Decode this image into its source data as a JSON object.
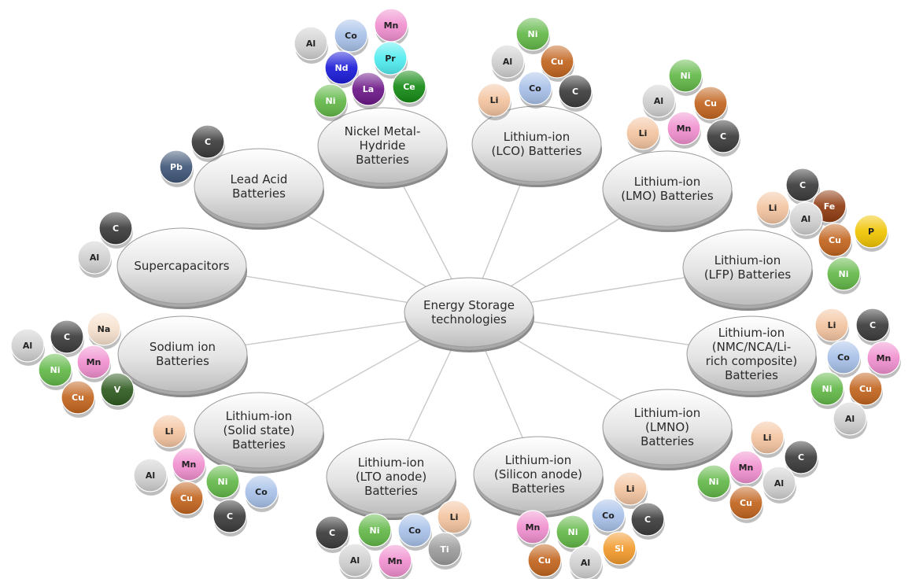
{
  "center": {
    "lines": [
      "Energy Storage",
      "technologies"
    ]
  },
  "colors": {
    "Al": "#d0d0d0",
    "C": "#3a3a3a",
    "Co": "#a7c0e8",
    "Mn": "#f08fcf",
    "Nd": "#1a1ad8",
    "Pr": "#50ecf0",
    "La": "#6b1687",
    "Ce": "#148a14",
    "Ni": "#62b848",
    "Cu": "#c2641e",
    "Li": "#f3c4a0",
    "Pb": "#3f5577",
    "Fe": "#8f3a10",
    "P": "#f0c400",
    "Na": "#f6e0cc",
    "V": "#2e5a1f",
    "Ti": "#9a9a9a",
    "Si": "#f29a2c"
  },
  "darkTextElements": [
    "Al",
    "Co",
    "Mn",
    "Pr",
    "Li",
    "Na",
    "P"
  ],
  "technologies": [
    {
      "id": "nimh",
      "lines": [
        "Nickel Metal-",
        "Hydride",
        "Batteries"
      ],
      "elements": [
        "Al",
        "Co",
        "Mn",
        "Nd",
        "Pr",
        "Ni",
        "La",
        "Ce"
      ]
    },
    {
      "id": "lco",
      "lines": [
        "Lithium-ion",
        "(LCO) Batteries"
      ],
      "elements": [
        "Ni",
        "Al",
        "Cu",
        "Li",
        "Co",
        "C"
      ]
    },
    {
      "id": "lmo",
      "lines": [
        "Lithium-ion",
        "(LMO) Batteries"
      ],
      "elements": [
        "Ni",
        "Al",
        "Cu",
        "Li",
        "Mn",
        "C"
      ]
    },
    {
      "id": "lfp",
      "lines": [
        "Lithium-ion",
        "(LFP) Batteries"
      ],
      "elements": [
        "C",
        "Li",
        "Fe",
        "Al",
        "P",
        "Cu",
        "Ni"
      ]
    },
    {
      "id": "nmc",
      "lines": [
        "Lithium-ion",
        "(NMC/NCA/Li-",
        "rich composite)",
        "Batteries"
      ],
      "elements": [
        "Li",
        "C",
        "Co",
        "Mn",
        "Ni",
        "Cu",
        "Al"
      ]
    },
    {
      "id": "lmno",
      "lines": [
        "Lithium-ion",
        "(LMNO)",
        "Batteries"
      ],
      "elements": [
        "Li",
        "C",
        "Mn",
        "Al",
        "Ni",
        "Cu"
      ]
    },
    {
      "id": "silicon",
      "lines": [
        "Lithium-ion",
        "(Silicon anode)",
        "Batteries"
      ],
      "elements": [
        "Li",
        "Mn",
        "Co",
        "C",
        "Ni",
        "Si",
        "Cu",
        "Al"
      ]
    },
    {
      "id": "lto",
      "lines": [
        "Lithium-ion",
        "(LTO anode)",
        "Batteries"
      ],
      "elements": [
        "C",
        "Ni",
        "Co",
        "Li",
        "Ti",
        "Al",
        "Mn"
      ]
    },
    {
      "id": "solid",
      "lines": [
        "Lithium-ion",
        "(Solid state)",
        "Batteries"
      ],
      "elements": [
        "Li",
        "Mn",
        "Al",
        "Ni",
        "Co",
        "Cu",
        "C"
      ]
    },
    {
      "id": "sodium",
      "lines": [
        "Sodium ion",
        "Batteries"
      ],
      "elements": [
        "Na",
        "C",
        "Al",
        "Mn",
        "Ni",
        "V",
        "Cu"
      ]
    },
    {
      "id": "supercap",
      "lines": [
        "Supercapacitors"
      ],
      "elements": [
        "C",
        "Al"
      ]
    },
    {
      "id": "leadacid",
      "lines": [
        "Lead Acid",
        "Batteries"
      ],
      "elements": [
        "C",
        "Pb"
      ]
    }
  ]
}
